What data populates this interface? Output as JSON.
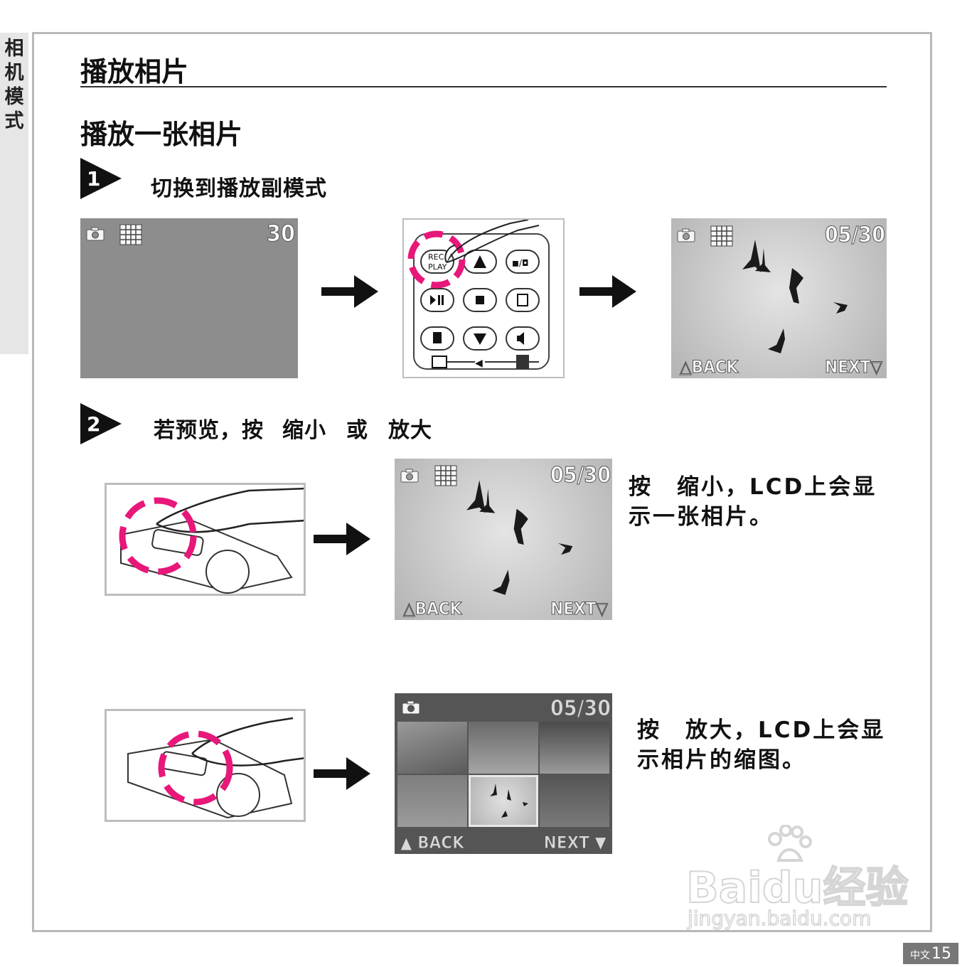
{
  "sidebar": {
    "label": "相机模式"
  },
  "header": {
    "title": "播放相片",
    "subtitle": "播放一张相片"
  },
  "step1": {
    "number": "1",
    "text": "切换到播放副模式",
    "lcd_before": {
      "count": "30"
    },
    "remote": {
      "rec_label": "REC",
      "play_label": "PLAY"
    },
    "lcd_after": {
      "counter": "05/30",
      "back": "BACK",
      "next": "NEXT"
    }
  },
  "step2": {
    "number": "2",
    "text_pre": "若预览，按",
    "zoom_out": "缩小",
    "text_or": "或",
    "zoom_in": "放大",
    "single": {
      "counter": "05/30",
      "back": "BACK",
      "next": "NEXT",
      "desc_pre": "按",
      "desc_key": "缩小",
      "desc_line1_rest": "，LCD上会显",
      "desc_line2": "示一张相片。"
    },
    "thumbs": {
      "counter": "05/30",
      "back": "BACK",
      "next": "NEXT",
      "desc_pre": "按",
      "desc_key": "放大",
      "desc_line1_rest": "，LCD上会显",
      "desc_line2": "示相片的缩图。"
    }
  },
  "footer": {
    "lang": "中文",
    "page": "15"
  },
  "watermark": {
    "brand": "Bai",
    "brand2": "du",
    "cn": "经验",
    "url": "jingyan.baidu.com"
  },
  "colors": {
    "accent_magenta": "#e8177a",
    "lcd_gray": "#8d8d8d",
    "frame": "#b8b8b8"
  }
}
